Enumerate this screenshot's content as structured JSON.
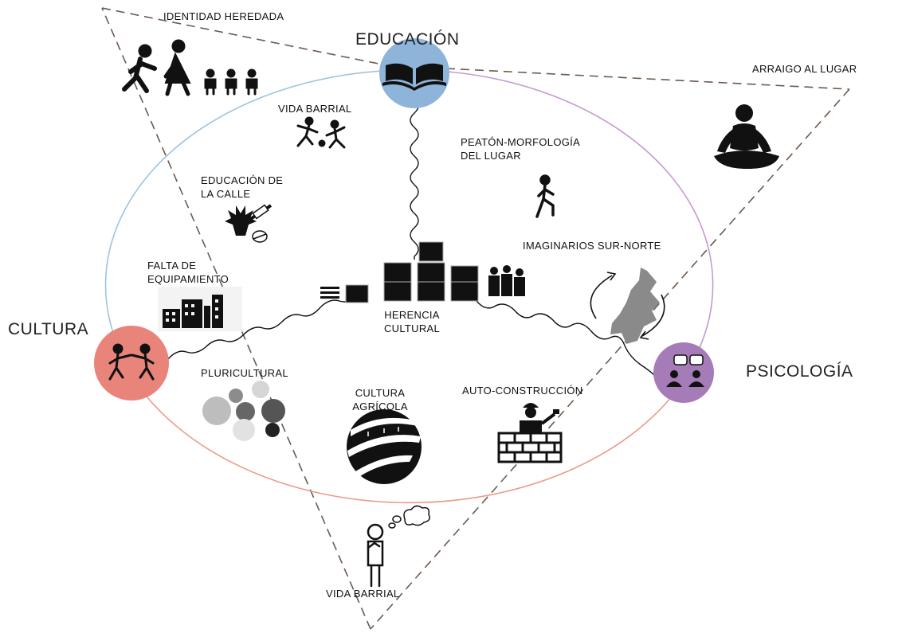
{
  "nodes": {
    "educacion": "EDUCACIÓN",
    "cultura": "CULTURA",
    "psicologia": "PSICOLOGÍA"
  },
  "outer_labels": {
    "identidad_heredada": "IDENTIDAD HEREDADA",
    "arraigo_al_lugar": "ARRAIGO AL LUGAR",
    "vida_barrial_bottom": "VIDA BARRIAL"
  },
  "inner_labels": {
    "vida_barrial": "VIDA BARRIAL",
    "peaton_morfologia": [
      "PEATÓN-MORFOLOGÍA",
      "DEL LUGAR"
    ],
    "educacion_calle": [
      "EDUCACIÓN DE",
      "LA CALLE"
    ],
    "falta_equipamiento": [
      "FALTA DE",
      "EQUIPAMIENTO"
    ],
    "imaginarios": "IMAGINARIOS SUR-NORTE",
    "herencia_cultural": [
      "HERENCIA",
      "CULTURAL"
    ],
    "pluricultural": "PLURICULTURAL",
    "cultura_agricola": [
      "CULTURA",
      "AGRÍCOLA"
    ],
    "auto_construccion": "AUTO-CONSTRUCCIÓN"
  },
  "colors": {
    "educacion": "#8fb4d9",
    "cultura": "#e8847a",
    "psicologia": "#a57bb8",
    "circle_blue": "#9fc4e0",
    "circle_purple": "#c49ad0",
    "circle_red": "#ec9a8a",
    "dashed": "#6b5a50"
  }
}
